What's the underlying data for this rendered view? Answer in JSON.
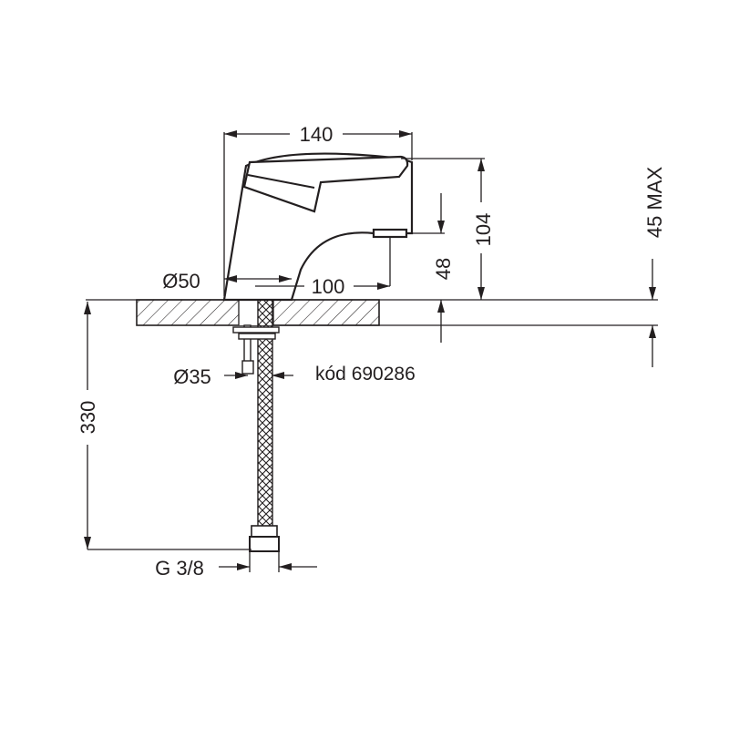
{
  "drawing": {
    "code_label": "kód 690286",
    "dimensions": {
      "width_140": "140",
      "height_104": "104",
      "height_48": "48",
      "reach_100": "100",
      "base_diameter": "Ø50",
      "hole_diameter": "Ø35",
      "max_thickness": "45 MAX",
      "hose_length": "330",
      "connection_thread": "G 3/8"
    }
  }
}
